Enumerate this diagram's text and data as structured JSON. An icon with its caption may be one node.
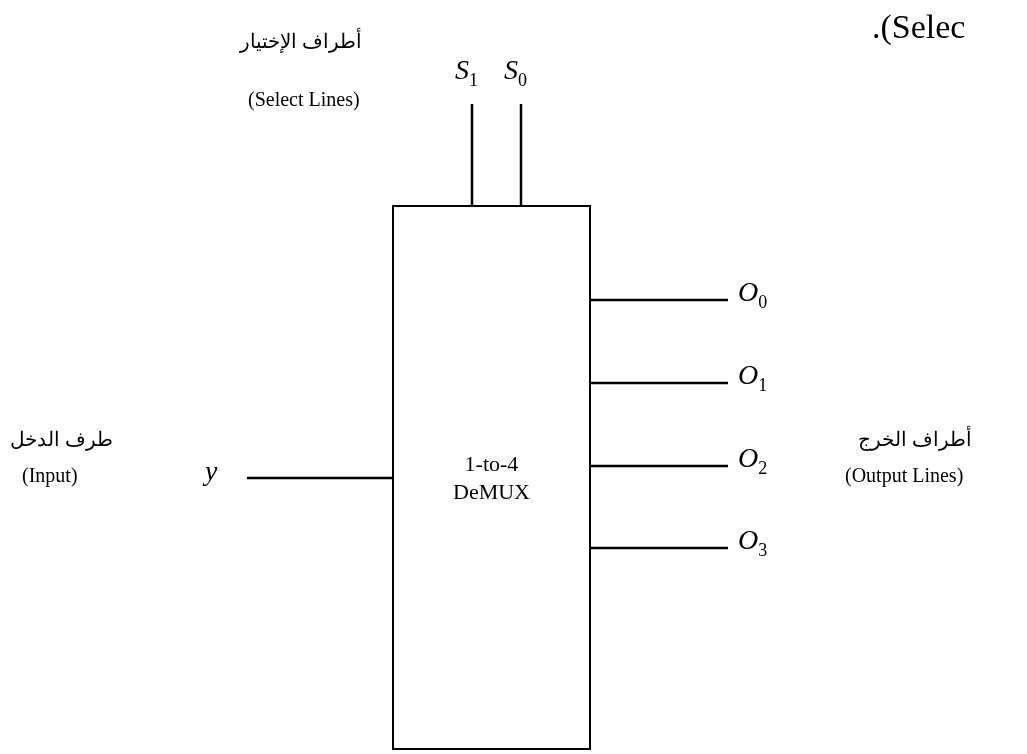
{
  "diagram": {
    "nodes": [
      {
        "text": [
          "1-to-4 DeMUX"
        ]
      },
      {
        "text": [
          "S$_{1}$"
        ]
      },
      {
        "text": [
          "S$_{0}$"
        ]
      },
      {
        "text": [
          "y"
        ]
      },
      {
        "text": [
          "O$_{0}$"
        ]
      },
      {
        "text": [
          "O$_{1}$"
        ]
      },
      {
        "text": [
          "O$_{2}$"
        ]
      },
      {
        "text": [
          "O$_{3}$"
        ]
      }
    ],
    "edges": [
      {
        "from": 1,
        "to": 0,
        "arrow": "none"
      },
      {
        "from": 2,
        "to": 0,
        "arrow": "none"
      },
      {
        "from": 3,
        "to": 0,
        "arrow": "none"
      },
      {
        "from": 0,
        "to": 4,
        "arrow": "none"
      },
      {
        "from": 0,
        "to": 5,
        "arrow": "none"
      },
      {
        "from": 0,
        "to": 6,
        "arrow": "none"
      },
      {
        "from": 0,
        "to": 7,
        "arrow": "none"
      }
    ],
    "labels": [
      ".(Selec",
      "أطراف الإختيار",
      "(Select Lines)",
      "طرف الدخل",
      "(Input)",
      "أطراف الخرج",
      "(Output Lines)"
    ]
  }
}
